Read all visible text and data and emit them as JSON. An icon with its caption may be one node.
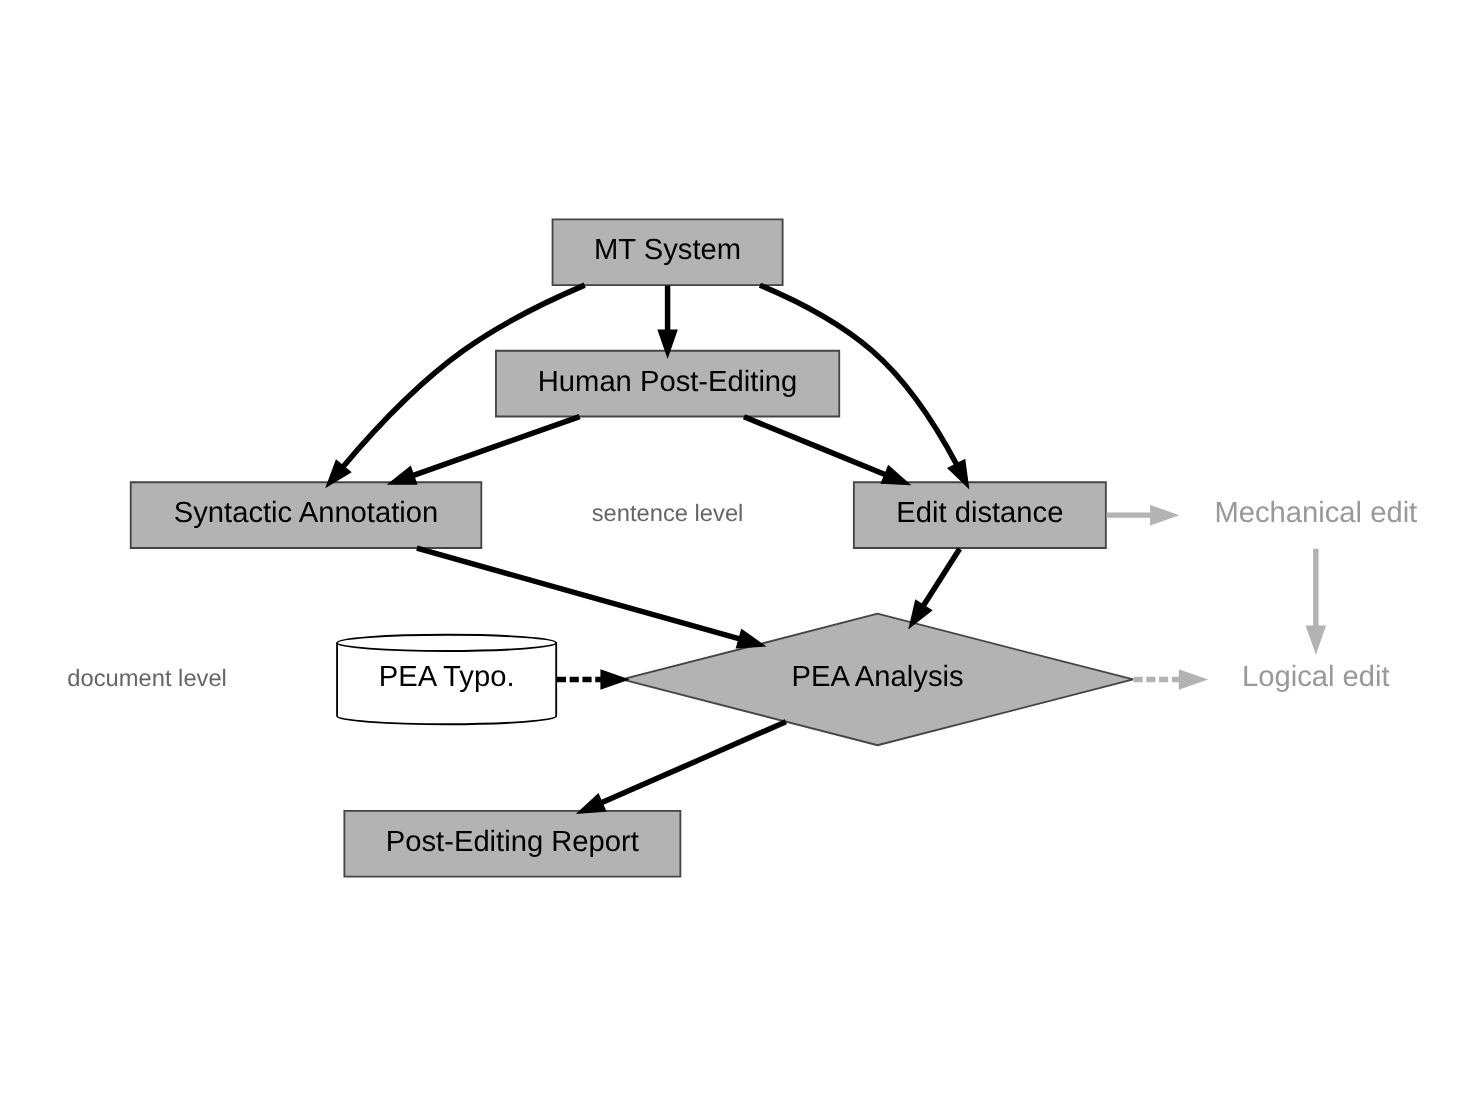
{
  "diagram": {
    "nodes": [
      {
        "text": [
          "MT System"
        ]
      },
      {
        "text": [
          "Human Post-Editing"
        ]
      },
      {
        "text": [
          "Syntactic Annotation"
        ]
      },
      {
        "text": [
          "Edit distance"
        ]
      },
      {
        "text": [
          "PEA Analysis"
        ]
      },
      {
        "text": [
          "PEA Typo."
        ]
      },
      {
        "text": [
          "Post-Editing Report"
        ]
      },
      {
        "text": [
          "Mechanical edit"
        ]
      },
      {
        "text": [
          "Logical edit"
        ]
      }
    ],
    "edges": [
      {
        "from": 0,
        "to": 1,
        "arrow": "to"
      },
      {
        "from": 0,
        "to": 2,
        "arrow": "to"
      },
      {
        "from": 0,
        "to": 3,
        "arrow": "to"
      },
      {
        "from": 1,
        "to": 2,
        "arrow": "to"
      },
      {
        "from": 1,
        "to": 3,
        "arrow": "to"
      },
      {
        "from": 2,
        "to": 4,
        "arrow": "to"
      },
      {
        "from": 3,
        "to": 4,
        "arrow": "to"
      },
      {
        "from": 5,
        "to": 4,
        "arrow": "to",
        "style": "dashed"
      },
      {
        "from": 4,
        "to": 6,
        "arrow": "to"
      },
      {
        "from": 3,
        "to": 7,
        "arrow": "to",
        "color": "#b3b3b3"
      },
      {
        "from": 7,
        "to": 8,
        "arrow": "to",
        "color": "#b3b3b3"
      },
      {
        "from": 4,
        "to": 8,
        "arrow": "to",
        "style": "dashed",
        "color": "#b3b3b3"
      }
    ],
    "labels": [
      "sentence level",
      "document level"
    ]
  }
}
